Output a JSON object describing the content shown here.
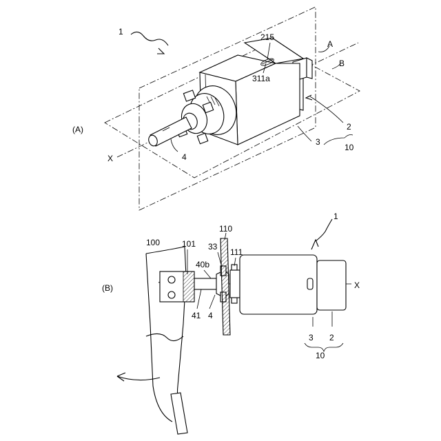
{
  "figure": {
    "panel_a": {
      "panel_label": "(A)",
      "labels": {
        "ref_1": "1",
        "ref_215": "215",
        "ref_311a": "311a",
        "plane_a": "A",
        "plane_b": "B",
        "ref_2": "2",
        "ref_3": "3",
        "ref_10": "10",
        "ref_4": "4",
        "axis_x": "X"
      }
    },
    "panel_b": {
      "panel_label": "(B)",
      "labels": {
        "ref_1": "1",
        "ref_110": "110",
        "ref_100": "100",
        "ref_101": "101",
        "ref_33": "33",
        "ref_111": "111",
        "ref_40b": "40b",
        "ref_41": "41",
        "ref_4": "4",
        "ref_3": "3",
        "ref_2": "2",
        "ref_10": "10",
        "axis_x": "X"
      }
    }
  }
}
